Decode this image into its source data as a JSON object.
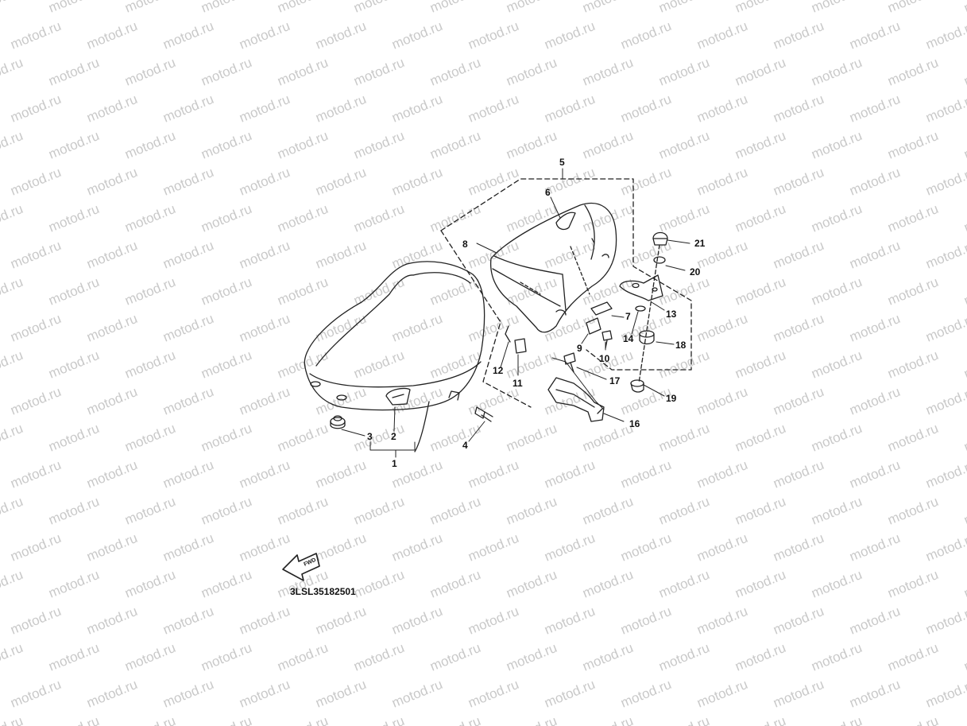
{
  "watermark": {
    "text": "motod.ru"
  },
  "callouts": {
    "p1": "1",
    "p2": "2",
    "p3": "3",
    "p4": "4",
    "p5": "5",
    "p6": "6",
    "p7": "7",
    "p8": "8",
    "p9": "9",
    "p10": "10",
    "p11": "11",
    "p12": "12",
    "p13": "13",
    "p14": "14",
    "p16": "16",
    "p17": "17",
    "p18": "18",
    "p19": "19",
    "p20": "20",
    "p21": "21"
  },
  "fwd_label": "FWD",
  "diagram_code": "3LSL35182501"
}
